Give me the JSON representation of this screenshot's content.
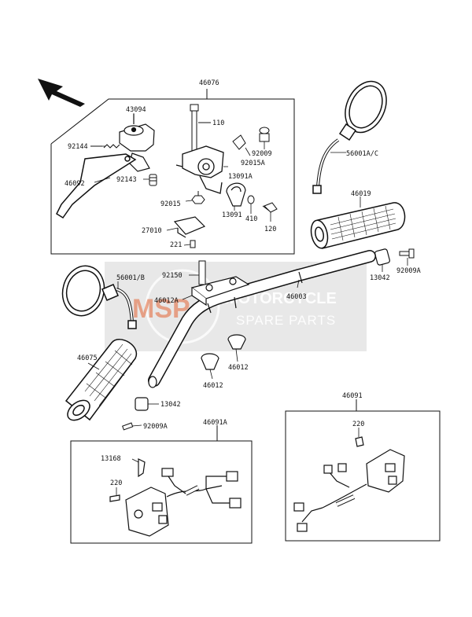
{
  "watermark": {
    "logo": "MSP",
    "line1": "MOTORCYCLE",
    "line2": "SPARE PARTS",
    "color": "#c8c8c8",
    "accent": "#e06030"
  },
  "labels": {
    "l46076": "46076",
    "l43094": "43094",
    "l110": "110",
    "l92144": "92144",
    "l92009": "92009",
    "l92015A": "92015A",
    "l13091A": "13091A",
    "l46092": "46092",
    "l92143": "92143",
    "l92015": "92015",
    "l13091": "13091",
    "l410": "410",
    "l120": "120",
    "l27010": "27010",
    "l221": "221",
    "l56001AC": "56001A/C",
    "l46019": "46019",
    "l13042a": "13042",
    "l92009Aa": "92009A",
    "l56001B": "56001/B",
    "l92150": "92150",
    "l46012A": "46012A",
    "l46003": "46003",
    "l46075": "46075",
    "l46012a": "46012",
    "l46012b": "46012",
    "l13042b": "13042",
    "l92009Ab": "92009A",
    "l46091A": "46091A",
    "l46091": "46091",
    "l13168": "13168",
    "l220a": "220",
    "l220b": "220"
  },
  "icons": [
    "direction-arrow-icon"
  ]
}
